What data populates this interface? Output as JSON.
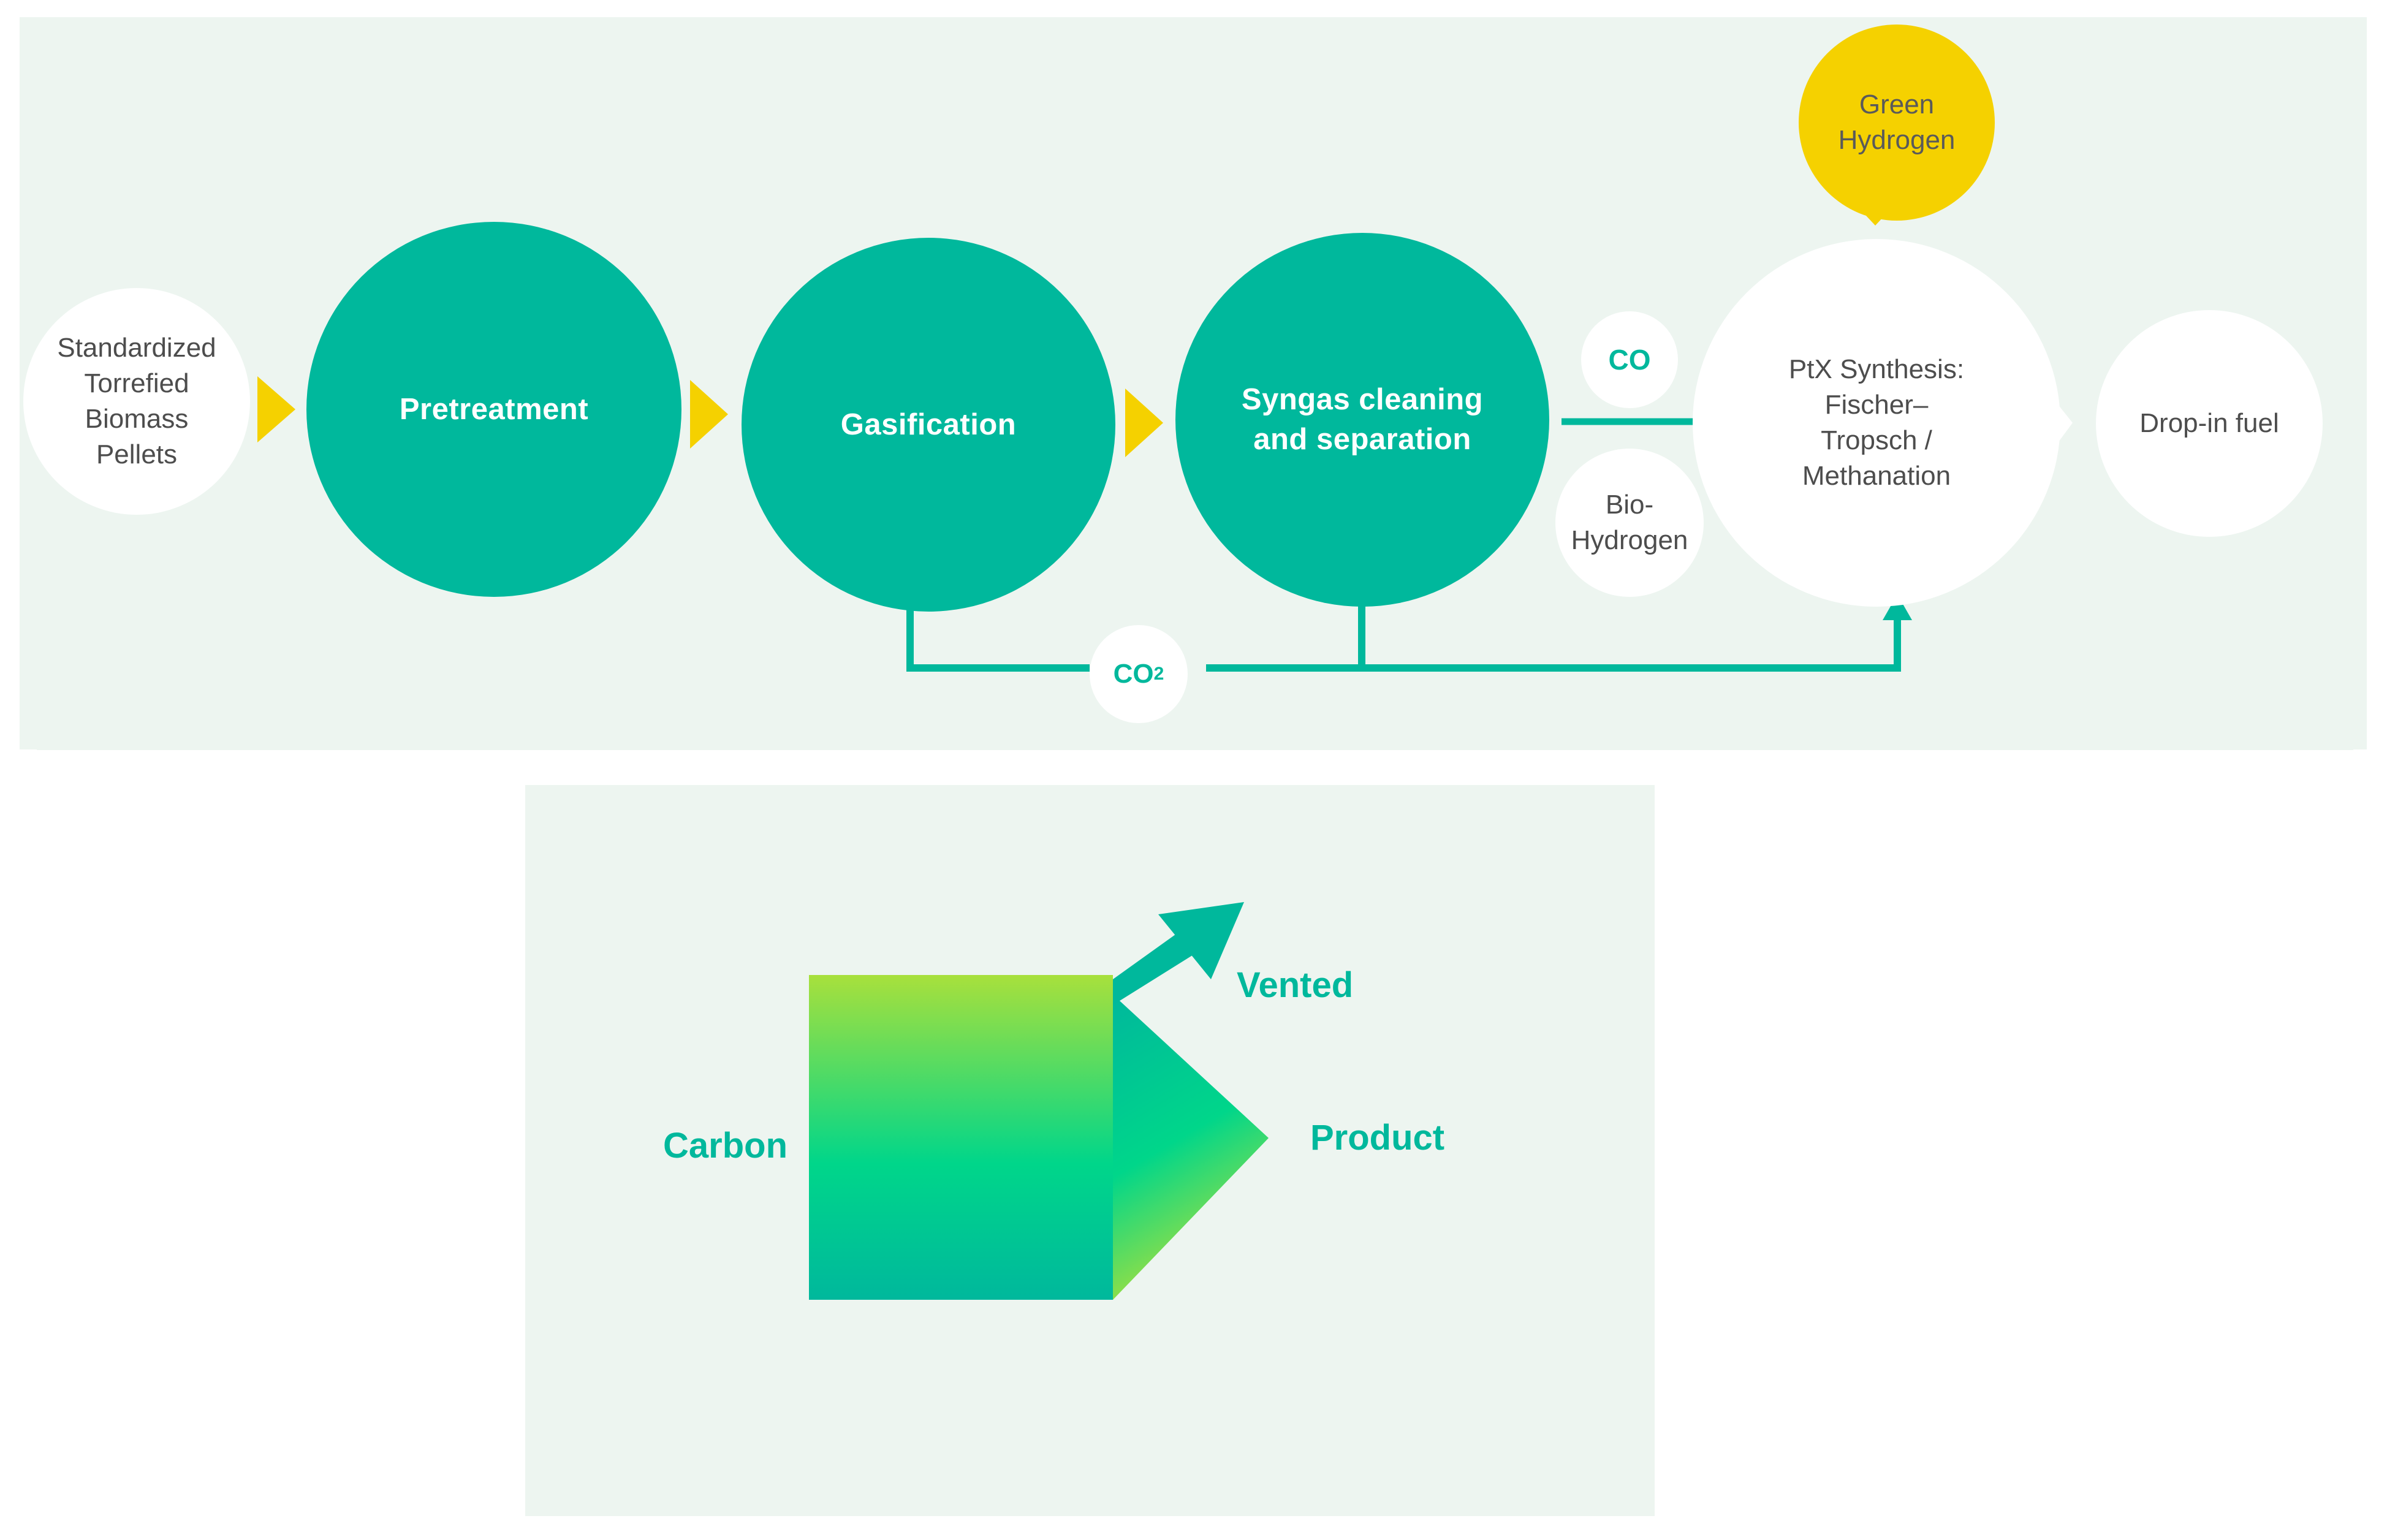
{
  "process": {
    "input": "Standardized\nTorrefied\nBiomass\nPellets",
    "pretreatment": "Pretreatment",
    "gasification": "Gasification",
    "syngas": "Syngas cleaning\nand separation",
    "co": "CO",
    "bio_hydrogen": "Bio-\nHydrogen",
    "ptx": "PtX Synthesis:\nFischer–\nTropsch /\nMethanation",
    "green_hydrogen": "Green\nHydrogen",
    "dropin": "Drop-in fuel",
    "co2_main": "CO",
    "co2_sub": "2"
  },
  "carbon_diagram": {
    "carbon": "Carbon",
    "vented": "Vented",
    "product": "Product"
  },
  "colors": {
    "teal": "#00b89c",
    "yellow": "#f5d100",
    "background": "#edf5f0",
    "lime": "#a8e03c",
    "green": "#00d68a"
  }
}
